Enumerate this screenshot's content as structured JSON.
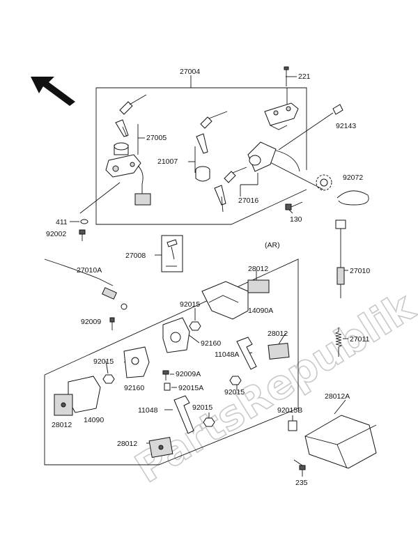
{
  "watermark": "PartsRepublik",
  "box_marker": "(AR)",
  "labels": {
    "p27004": "27004",
    "p221": "221",
    "p92143": "92143",
    "p27005": "27005",
    "p21007": "21007",
    "p27016": "27016",
    "p92072": "92072",
    "p411": "411",
    "p130": "130",
    "p92002": "92002",
    "p27008": "27008",
    "p27010": "27010",
    "p27010A": "27010A",
    "p28012_a": "28012",
    "p92015_a": "92015",
    "p14090A": "14090A",
    "p92009": "92009",
    "p92160_a": "92160",
    "p28012_b": "28012",
    "p11048A": "11048A",
    "p27011": "27011",
    "p92015_b": "92015",
    "p92009A": "92009A",
    "p92015A": "92015A",
    "p92160_b": "92160",
    "p92015_c": "92015",
    "p28012_c": "28012",
    "p14090": "14090",
    "p11048": "11048",
    "p92015_d": "92015",
    "p28012_d": "28012",
    "p92015B": "92015B",
    "p28012A": "28012A",
    "p235": "235"
  }
}
